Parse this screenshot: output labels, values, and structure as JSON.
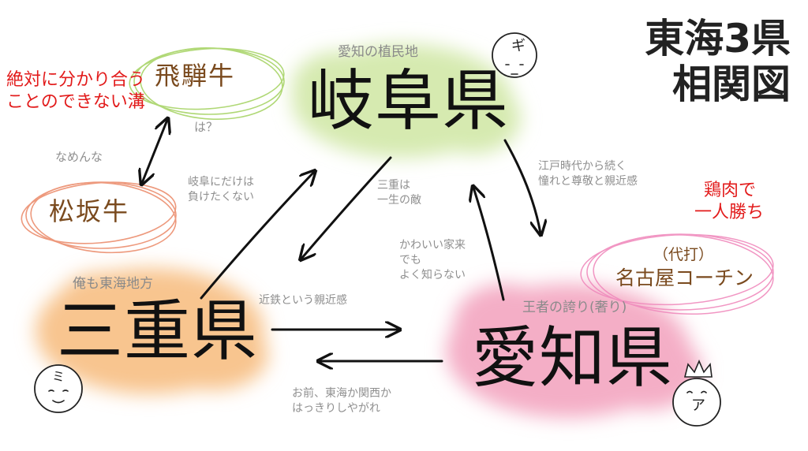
{
  "title": {
    "line1": "東海3県",
    "line2": "相関図"
  },
  "prefectures": {
    "gifu": {
      "name": "岐阜県",
      "caption": "愛知の植民地"
    },
    "mie": {
      "name": "三重県",
      "caption": "俺も東海地方"
    },
    "aichi": {
      "name": "愛知県",
      "caption": "王者の誇り(奢り)"
    }
  },
  "beef": {
    "hida": "飛騨牛",
    "hida_note": "は？",
    "matsusaka": "松坂牛",
    "rivalry_note": "なめんな",
    "divide_line1": "絶対に分かり合う",
    "divide_line2": "ことのできない溝"
  },
  "chicken": {
    "win_line1": "鶏肉で",
    "win_line2": "一人勝ち",
    "sub_line1": "（代打）",
    "sub_line2": "名古屋コーチン"
  },
  "relations": {
    "mie_to_gifu": {
      "line1": "岐阜にだけは",
      "line2": "負けたくない"
    },
    "gifu_to_mie": {
      "line1": "三重は",
      "line2": "一生の敵"
    },
    "gifu_to_aichi": {
      "line1": "江戸時代から続く",
      "line2": "憧れと尊敬と親近感"
    },
    "aichi_to_gifu": {
      "line1": "かわいい家来",
      "line2": "でも",
      "line3": "よく知らない"
    },
    "mie_to_aichi": {
      "line1": "近鉄という親近感"
    },
    "aichi_to_mie": {
      "line1": "お前、東海か関西か",
      "line2": "はっきりしやがれ"
    }
  },
  "faces": {
    "gifu": "ギ",
    "mie": "ミ",
    "aichi": "ア"
  },
  "colors": {
    "gifu_cloud": "#d6eab0",
    "mie_cloud": "#f8c58f",
    "aichi_cloud": "#f4aec6",
    "red_text": "#e21b1b",
    "beef_text": "#7a4a1e",
    "hida_scribble": "#a8d468",
    "matsusaka_scribble": "#ec8f6f",
    "cochin_scribble": "#f08bbd"
  }
}
